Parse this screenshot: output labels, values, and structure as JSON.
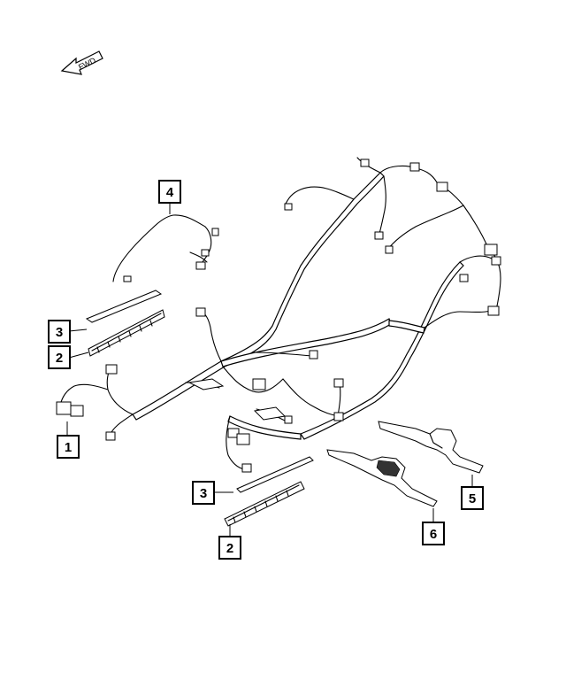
{
  "fwd_arrow": {
    "label": "FWD"
  },
  "callouts": [
    {
      "id": "callout-1",
      "label": "1"
    },
    {
      "id": "callout-2-left",
      "label": "2"
    },
    {
      "id": "callout-3-left",
      "label": "3"
    },
    {
      "id": "callout-4",
      "label": "4"
    },
    {
      "id": "callout-3-bottom",
      "label": "3"
    },
    {
      "id": "callout-2-bottom",
      "label": "2"
    },
    {
      "id": "callout-5",
      "label": "5"
    },
    {
      "id": "callout-6",
      "label": "6"
    }
  ],
  "colors": {
    "line": "#000000",
    "background": "#ffffff"
  }
}
